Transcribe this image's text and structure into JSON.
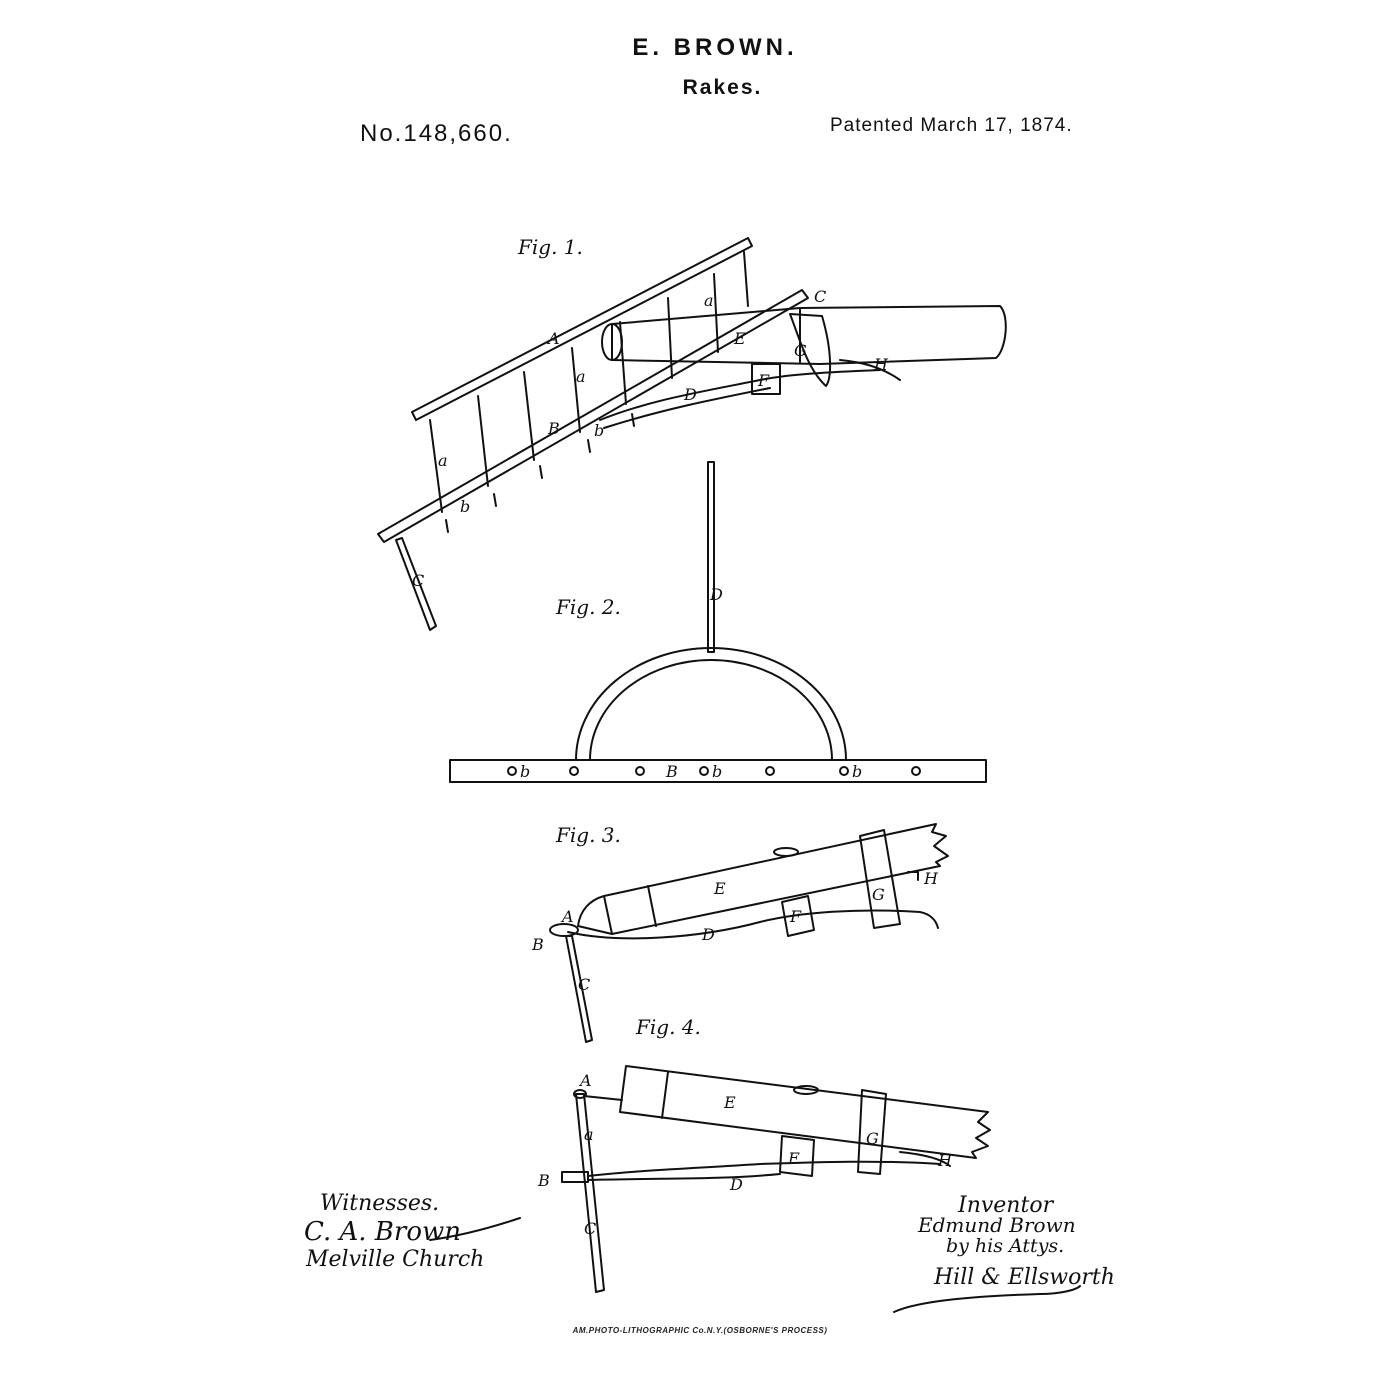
{
  "header": {
    "inventor_name": "E. BROWN.",
    "title": "Rakes.",
    "patent_number": "No.148,660.",
    "patent_date": "Patented March 17, 1874."
  },
  "figures": {
    "fig1": {
      "caption": "Fig. 1.",
      "labels": [
        "A",
        "a",
        "a",
        "a",
        "a",
        "B",
        "b",
        "b",
        "C",
        "C",
        "D",
        "E",
        "F",
        "G",
        "H"
      ]
    },
    "fig2": {
      "caption": "Fig. 2.",
      "labels": [
        "D",
        "B",
        "b",
        "b",
        "b"
      ]
    },
    "fig3": {
      "caption": "Fig. 3.",
      "labels": [
        "A",
        "B",
        "C",
        "D",
        "E",
        "F",
        "G",
        "H"
      ]
    },
    "fig4": {
      "caption": "Fig. 4.",
      "labels": [
        "A",
        "a",
        "B",
        "C",
        "D",
        "E",
        "F",
        "G",
        "H"
      ]
    }
  },
  "witnesses": {
    "heading": "Witnesses.",
    "signatures": [
      "C. A. Brown",
      "Melville Church"
    ]
  },
  "inventor_block": {
    "heading": "Inventor",
    "name": "Edmund Brown",
    "attorneys_line": "by his Attys.",
    "attorneys_signature": "Hill & Ellsworth"
  },
  "footer": {
    "printer": "AM.PHOTO-LITHOGRAPHIC Co.N.Y.(OSBORNE'S PROCESS)"
  }
}
